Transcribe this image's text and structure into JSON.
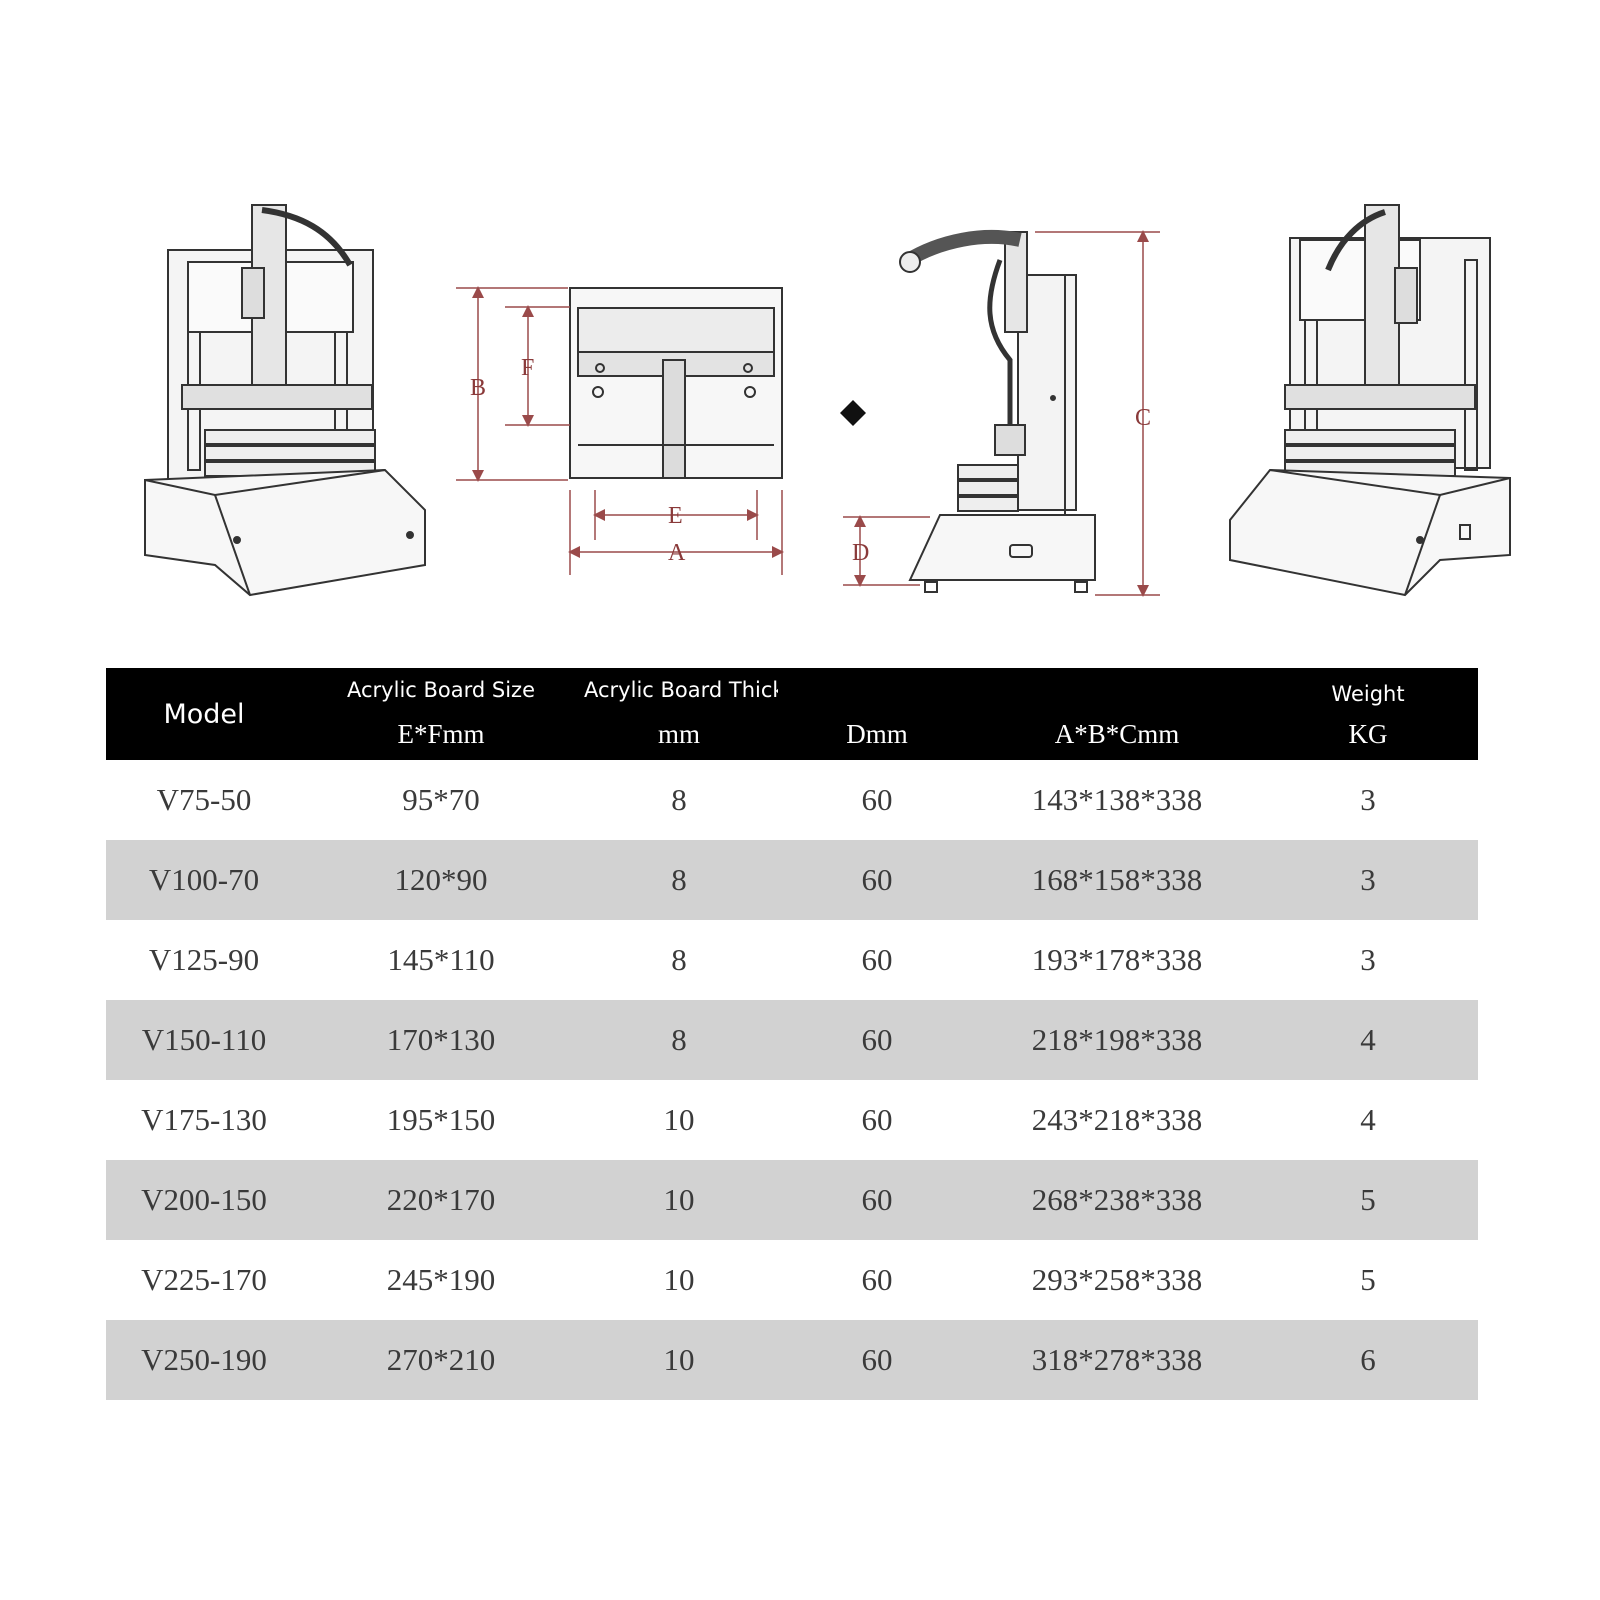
{
  "diagram": {
    "labels": {
      "a": "A",
      "b": "B",
      "c": "C",
      "d": "D",
      "e": "E",
      "f": "F"
    },
    "icons": [
      "front-press-machine",
      "top-board-view",
      "side-press-machine",
      "back-press-machine",
      "diamond-bullet"
    ]
  },
  "table": {
    "headers": {
      "model": "Model",
      "size_top": "Acrylic Board Size",
      "size_bottom": "E*Fmm",
      "thick_top": "Acrylic Board Thickness",
      "thick_bottom": "mm",
      "d": "Dmm",
      "abc": "A*B*Cmm",
      "weight_top": "Weight",
      "weight_bottom": "KG"
    },
    "rows": [
      {
        "model": "V75-50",
        "size": "95*70",
        "thickness": "8",
        "d": "60",
        "abc": "143*138*338",
        "weight": "3"
      },
      {
        "model": "V100-70",
        "size": "120*90",
        "thickness": "8",
        "d": "60",
        "abc": "168*158*338",
        "weight": "3"
      },
      {
        "model": "V125-90",
        "size": "145*110",
        "thickness": "8",
        "d": "60",
        "abc": "193*178*338",
        "weight": "3"
      },
      {
        "model": "V150-110",
        "size": "170*130",
        "thickness": "8",
        "d": "60",
        "abc": "218*198*338",
        "weight": "4"
      },
      {
        "model": "V175-130",
        "size": "195*150",
        "thickness": "10",
        "d": "60",
        "abc": "243*218*338",
        "weight": "4"
      },
      {
        "model": "V200-150",
        "size": "220*170",
        "thickness": "10",
        "d": "60",
        "abc": "268*238*338",
        "weight": "5"
      },
      {
        "model": "V225-170",
        "size": "245*190",
        "thickness": "10",
        "d": "60",
        "abc": "293*258*338",
        "weight": "5"
      },
      {
        "model": "V250-190",
        "size": "270*210",
        "thickness": "10",
        "d": "60",
        "abc": "318*278*338",
        "weight": "6"
      }
    ]
  }
}
